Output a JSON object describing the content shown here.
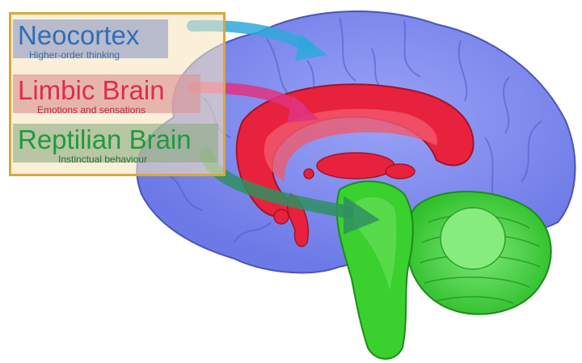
{
  "labels": {
    "neocortex": {
      "title": "Neocortex",
      "subtitle": "Higher-order thinking"
    },
    "limbic": {
      "title": "Limbic Brain",
      "subtitle": "Emotions and sensations"
    },
    "reptilian": {
      "title": "Reptilian Brain",
      "subtitle": "Instinctual behaviour"
    }
  },
  "colors": {
    "neocortex": "#7b88f0",
    "limbic": "#e8223c",
    "reptilian": "#2fd02a",
    "arrow_neocortex": "#2fa8dc",
    "arrow_limbic": "#e0337e",
    "arrow_reptilian": "#2f8f62",
    "legend_border": "#d7a93a"
  }
}
